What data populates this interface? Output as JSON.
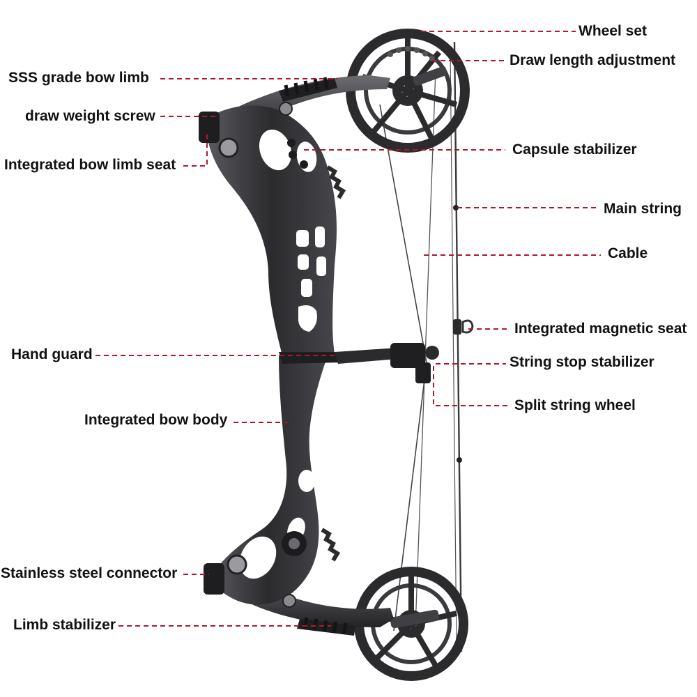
{
  "diagram": {
    "title": "Compound bow parts diagram",
    "colors": {
      "leader": "#b0182a",
      "bow_dark": "#2b2b2e",
      "bow_mid": "#4a4a4f",
      "bow_light": "#7c7c82",
      "string": "#3a3a3a",
      "label_text": "#111111",
      "background": "#ffffff"
    },
    "labels": {
      "wheel_set": "Wheel set",
      "draw_length_adjustment": "Draw length adjustment",
      "sss_grade_bow_limb": "SSS grade bow limb",
      "draw_weight_screw": "draw weight screw",
      "integrated_bow_limb_seat": "Integrated bow limb seat",
      "capsule_stabilizer": "Capsule stabilizer",
      "main_string": "Main string",
      "cable": "Cable",
      "integrated_magnetic_seat": "Integrated magnetic seat",
      "hand_guard": "Hand guard",
      "string_stop_stabilizer": "String stop stabilizer",
      "split_string_wheel": "Split string wheel",
      "integrated_bow_body": "Integrated bow body",
      "stainless_steel_connector": "Stainless steel connector",
      "limb_stabilizer": "Limb stabilizer"
    }
  }
}
